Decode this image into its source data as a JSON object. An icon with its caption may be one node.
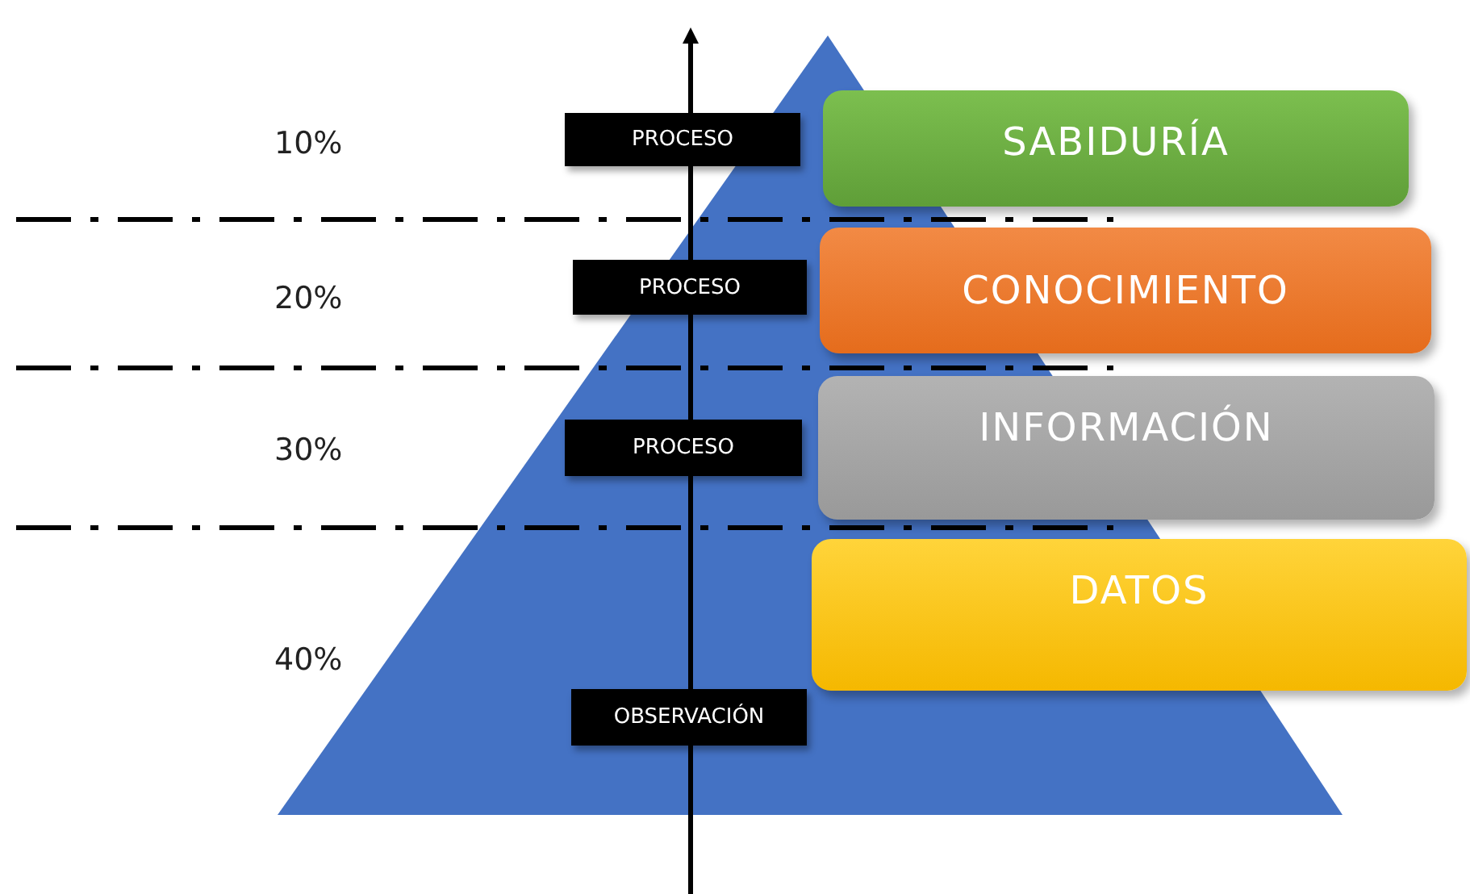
{
  "diagram": {
    "nodes": [
      {
        "text": [
          "PROCESO"
        ]
      },
      {
        "text": [
          "SABIDURÍA"
        ]
      },
      {
        "text": [
          "PROCESO"
        ]
      },
      {
        "text": [
          "CONOCIMIENTO"
        ]
      },
      {
        "text": [
          "PROCESO"
        ]
      },
      {
        "text": [
          "INFORMACIÓN"
        ]
      },
      {
        "text": [
          "DATOS"
        ]
      },
      {
        "text": [
          "OBSERVACIÓN"
        ]
      }
    ],
    "labels": [
      "10%",
      "20%",
      "30%",
      "40%"
    ]
  }
}
